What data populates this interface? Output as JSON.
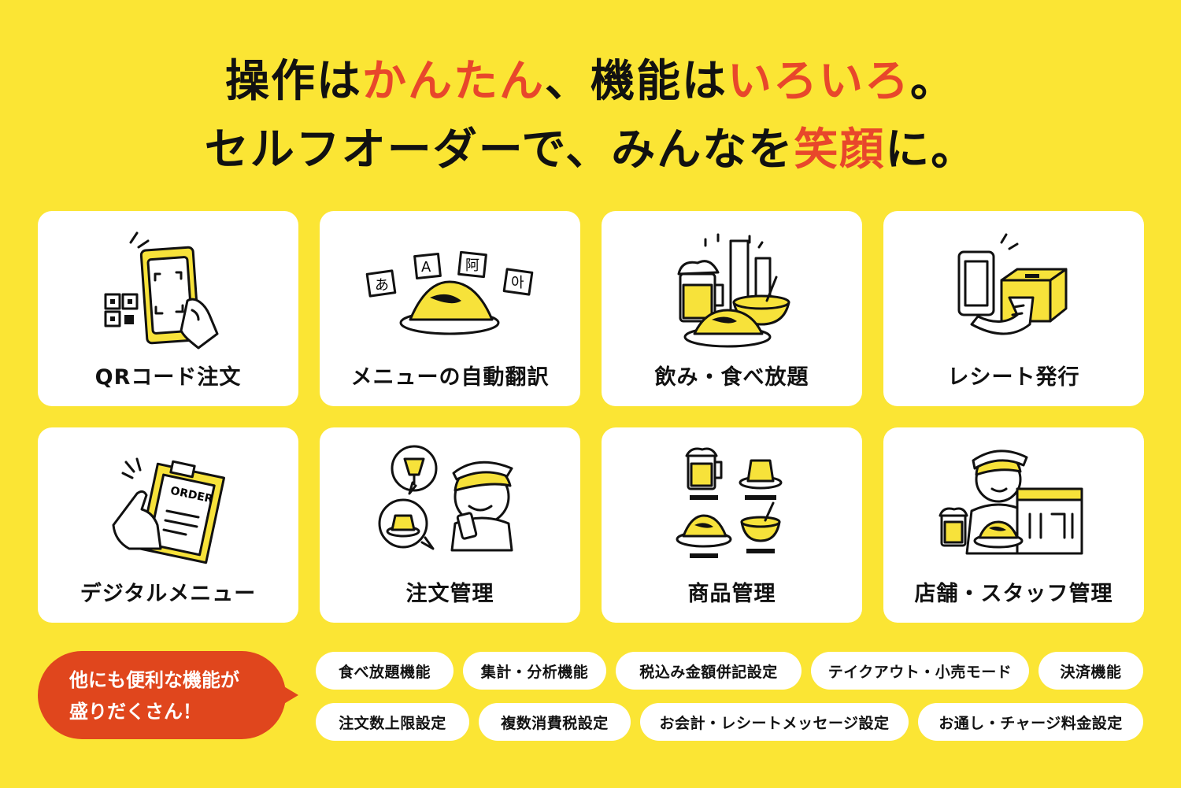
{
  "headline": {
    "line1": {
      "a": "操作は",
      "b": "かんたん",
      "c": "、機能は",
      "d": "いろいろ",
      "e": "。"
    },
    "line2": {
      "a": "セルフオーダーで、みんなを",
      "b": "笑顔",
      "c": "に。"
    }
  },
  "features": [
    {
      "label": "QRコード注文",
      "icon": "qr-phone-icon"
    },
    {
      "label": "メニューの自動翻訳",
      "icon": "translate-omelet-icon"
    },
    {
      "label": "飲み・食べ放題",
      "icon": "drinks-food-icon"
    },
    {
      "label": "レシート発行",
      "icon": "receipt-printer-icon"
    },
    {
      "label": "デジタルメニュー",
      "icon": "clipboard-order-icon"
    },
    {
      "label": "注文管理",
      "icon": "staff-order-icon"
    },
    {
      "label": "商品管理",
      "icon": "products-icon"
    },
    {
      "label": "店舗・スタッフ管理",
      "icon": "store-staff-icon"
    }
  ],
  "translate_icon_chars": [
    "あ",
    "A",
    "阿",
    "아"
  ],
  "order_clipboard_text": "ORDER",
  "more": {
    "bubble_line1": "他にも便利な機能が",
    "bubble_line2": "盛りだくさん！",
    "chips": [
      "食べ放題機能",
      "集計・分析機能",
      "税込み金額併記設定",
      "テイクアウト・小売モード",
      "決済機能",
      "注文数上限設定",
      "複数消費税設定",
      "お会計・レシートメッセージ設定",
      "お通し・チャージ料金設定"
    ]
  },
  "colors": {
    "background": "#FBE534",
    "accent": "#E8472B",
    "bubble": "#E0461D",
    "card": "#FFFFFF",
    "ink": "#111111"
  }
}
